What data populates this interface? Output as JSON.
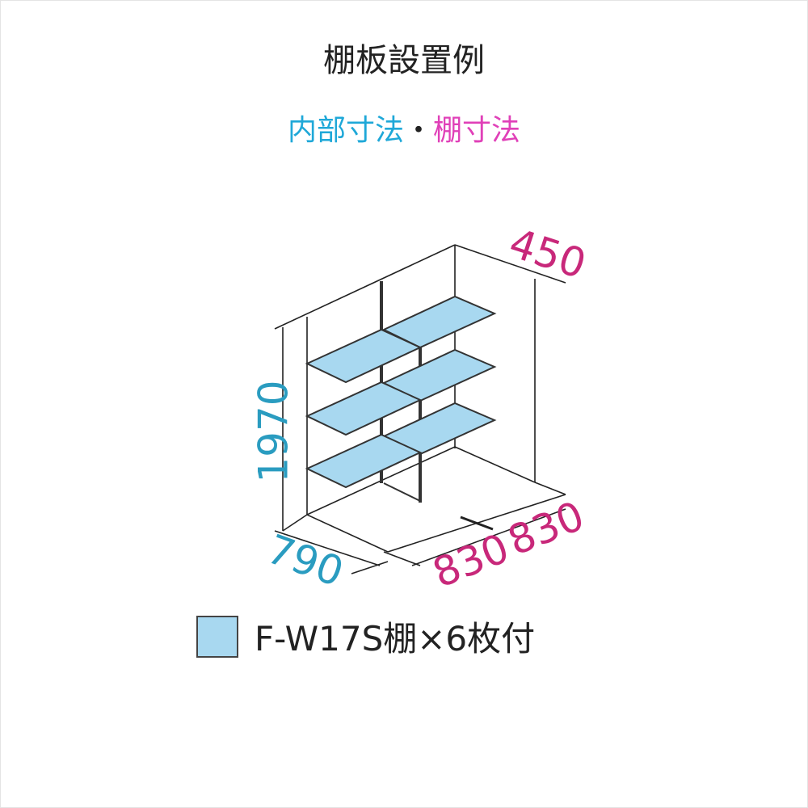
{
  "title": "棚板設置例",
  "subtitle": {
    "interior": "内部寸法",
    "separator": "・",
    "shelf": "棚寸法"
  },
  "dimensions": {
    "height": "1970",
    "depth_interior": "790",
    "shelf_depth": "450",
    "shelf_width_left": "830",
    "shelf_width_right": "830"
  },
  "legend": {
    "label": "F-W17S棚×6枚付",
    "swatch_color": "#a8d8f0"
  },
  "colors": {
    "interior": "#1fa8d8",
    "shelf": "#e040b8",
    "dim_interior": "#2a9cc0",
    "dim_shelf": "#c8287a"
  }
}
